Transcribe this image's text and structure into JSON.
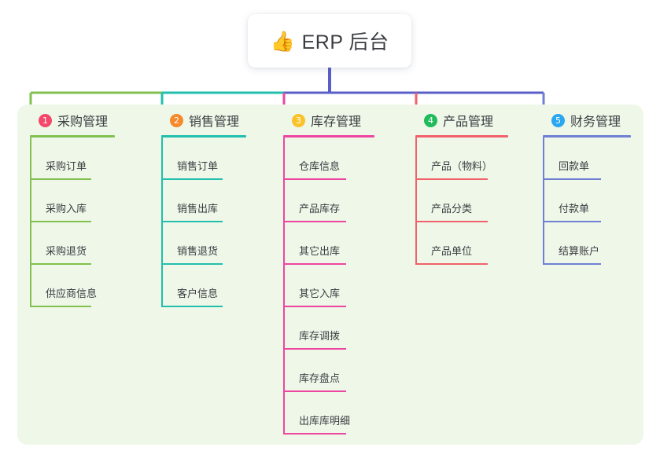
{
  "diagram": {
    "type": "mind-map",
    "title": "ERP 后台",
    "root": {
      "emoji": "👍",
      "label": "ERP 后台",
      "stem_color": "#5a5fc8"
    },
    "panel_color": "#eef7e8",
    "columns": [
      {
        "number": "1",
        "title": "采购管理",
        "badge_color": "#f2496b",
        "line_color": "#82c14f",
        "items": [
          "采购订单",
          "采购入库",
          "采购退货",
          "供应商信息"
        ]
      },
      {
        "number": "2",
        "title": "销售管理",
        "badge_color": "#f6892a",
        "line_color": "#22bfae",
        "items": [
          "销售订单",
          "销售出库",
          "销售退货",
          "客户信息"
        ]
      },
      {
        "number": "3",
        "title": "库存管理",
        "badge_color": "#fac22a",
        "line_color": "#ee46a0",
        "items": [
          "仓库信息",
          "产品库存",
          "其它出库",
          "其它入库",
          "库存调拨",
          "库存盘点",
          "出库库明细"
        ]
      },
      {
        "number": "4",
        "title": "产品管理",
        "badge_color": "#22bb5b",
        "line_color": "#f1616c",
        "items": [
          "产品（物料）",
          "产品分类",
          "产品单位"
        ]
      },
      {
        "number": "5",
        "title": "财务管理",
        "badge_color": "#2aa7f0",
        "line_color": "#6f7fd4",
        "items": [
          "回款单",
          "付款单",
          "结算账户"
        ]
      }
    ]
  }
}
